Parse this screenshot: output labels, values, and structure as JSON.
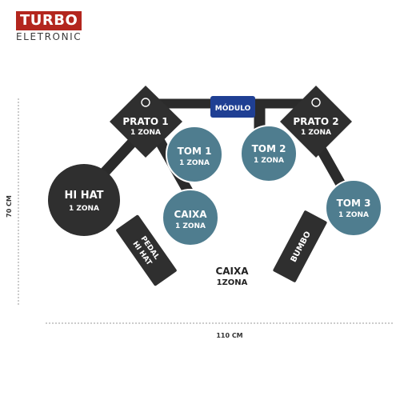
{
  "brand": {
    "name": "TURBO",
    "subtitle": "ELETRONIC"
  },
  "module": {
    "label": "MÓDULO"
  },
  "prato1": {
    "name": "PRATO 1",
    "zone": "1 ZONA"
  },
  "prato2": {
    "name": "PRATO 2",
    "zone": "1 ZONA"
  },
  "tom1": {
    "name": "TOM 1",
    "zone": "1 ZONA"
  },
  "tom2": {
    "name": "TOM 2",
    "zone": "1 ZONA"
  },
  "tom3": {
    "name": "TOM 3",
    "zone": "1 ZONA"
  },
  "hihat": {
    "name": "HI HAT",
    "zone": "1 ZONA"
  },
  "caixa_pad": {
    "name": "CAIXA",
    "zone": "1 ZONA"
  },
  "pedal": {
    "line1": "PEDAL",
    "line2": "HI HAT"
  },
  "bumbo": {
    "label": "BUMBO"
  },
  "caixa_note": {
    "name": "CAIXA",
    "zone": "1ZONA"
  },
  "dimensions": {
    "height": "70 CM",
    "width": "110 CM"
  },
  "colors": {
    "brand_red": "#b3261e",
    "dark_pad": "#2f2f2f",
    "tom_blue": "#4f7d8f",
    "module_blue": "#1f3f93"
  }
}
